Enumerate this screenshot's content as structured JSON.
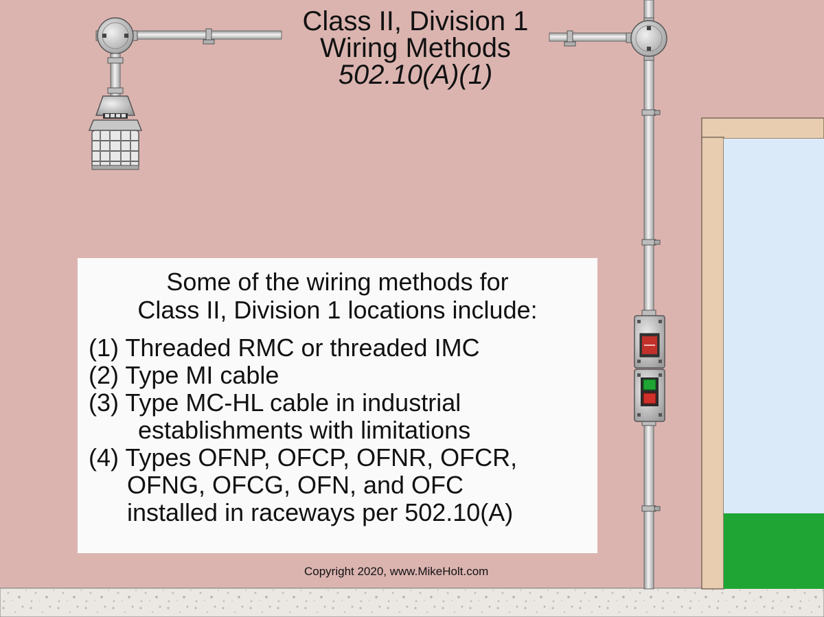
{
  "title": {
    "line1": "Class II, Division 1",
    "line2": "Wiring Methods",
    "line3": "502.10(A)(1)"
  },
  "info": {
    "intro_line1": "Some of the wiring methods for",
    "intro_line2": "Class II, Division 1 locations include:",
    "items": [
      "(1) Threaded RMC or threaded IMC",
      "(2) Type MI cable",
      "(3) Type MC-HL cable in industrial",
      "(4) Types OFNP, OFCP, OFNR, OFCR,"
    ],
    "item3_cont": "establishments with limitations",
    "item4_cont1": "OFNG, OFCG, OFN, and OFC",
    "item4_cont2": "installed in raceways per 502.10(A)"
  },
  "copyright": "Copyright 2020, www.MikeHolt.com",
  "colors": {
    "wall": "#dbb4b0",
    "floor": "#e8e4e0",
    "door_frame": "#e8cdb0",
    "sky": "#dbeaf8",
    "grass": "#1fa534",
    "conduit": "#c8c8c8"
  }
}
